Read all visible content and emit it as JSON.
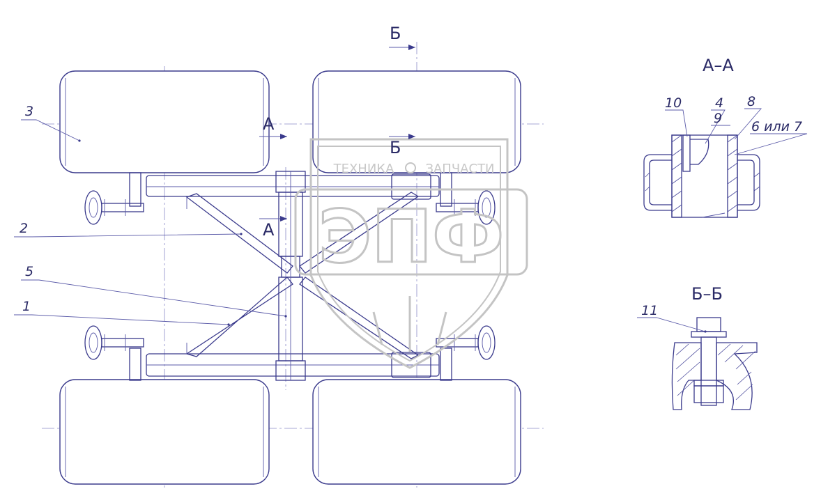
{
  "callouts": {
    "c1": "1",
    "c2": "2",
    "c3": "3",
    "c4": "4",
    "c5": "5",
    "c6": "6 или 7",
    "c8": "8",
    "c9": "9",
    "c10": "10",
    "c11": "11"
  },
  "cuts": {
    "section_a": "А",
    "section_b": "Б"
  },
  "views": {
    "aa_title": "А–А",
    "bb_title": "Б–Б"
  },
  "watermark": {
    "logo": "ЭПФ",
    "left_word": "ТЕХНИКА",
    "right_word": "ЗАПЧАСТИ",
    "color": "#c4c4c4"
  },
  "colors": {
    "line": "#3a3a8c",
    "text": "#2a2a66"
  }
}
